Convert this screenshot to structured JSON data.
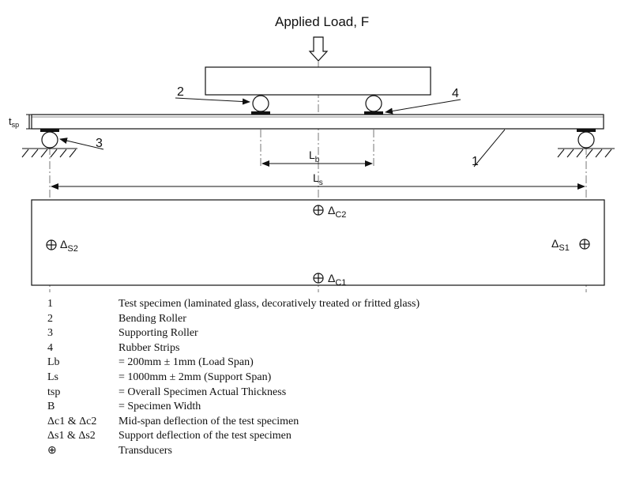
{
  "diagram": {
    "load_label": "Applied Load, F",
    "labels": {
      "bending_roller": "2",
      "rubber_strip": "4",
      "supporting_roller": "3",
      "test_specimen": "1"
    },
    "thickness": {
      "base": "t",
      "sub": "sp"
    },
    "load_span": {
      "base": "L",
      "sub": "b"
    },
    "support_span": {
      "base": "L",
      "sub": "s"
    },
    "transducers": [
      {
        "id": "c2",
        "base": "Δ",
        "sub": "C2"
      },
      {
        "id": "s2",
        "base": "Δ",
        "sub": "S2"
      },
      {
        "id": "s1",
        "base": "Δ",
        "sub": "S1"
      },
      {
        "id": "c1",
        "base": "Δ",
        "sub": "C1"
      }
    ]
  },
  "legend": [
    {
      "key": "1",
      "desc": "Test specimen (laminated glass, decoratively treated or fritted glass)"
    },
    {
      "key": "2",
      "desc": "Bending Roller"
    },
    {
      "key": "3",
      "desc": "Supporting Roller"
    },
    {
      "key": "4",
      "desc": "Rubber Strips"
    },
    {
      "key": "Lb",
      "desc": "= 200mm ± 1mm (Load Span)"
    },
    {
      "key": "Ls",
      "desc": "= 1000mm ± 2mm (Support Span)"
    },
    {
      "key": "tsp",
      "desc": "= Overall Specimen Actual Thickness"
    },
    {
      "key": "B",
      "desc": "= Specimen Width"
    },
    {
      "key": "Δc1 & Δc2",
      "desc": "Mid-span deflection of the test specimen"
    },
    {
      "key": "Δs1 & Δs2",
      "desc": "Support deflection of the test specimen"
    },
    {
      "key": "⊕",
      "desc": "Transducers"
    }
  ]
}
